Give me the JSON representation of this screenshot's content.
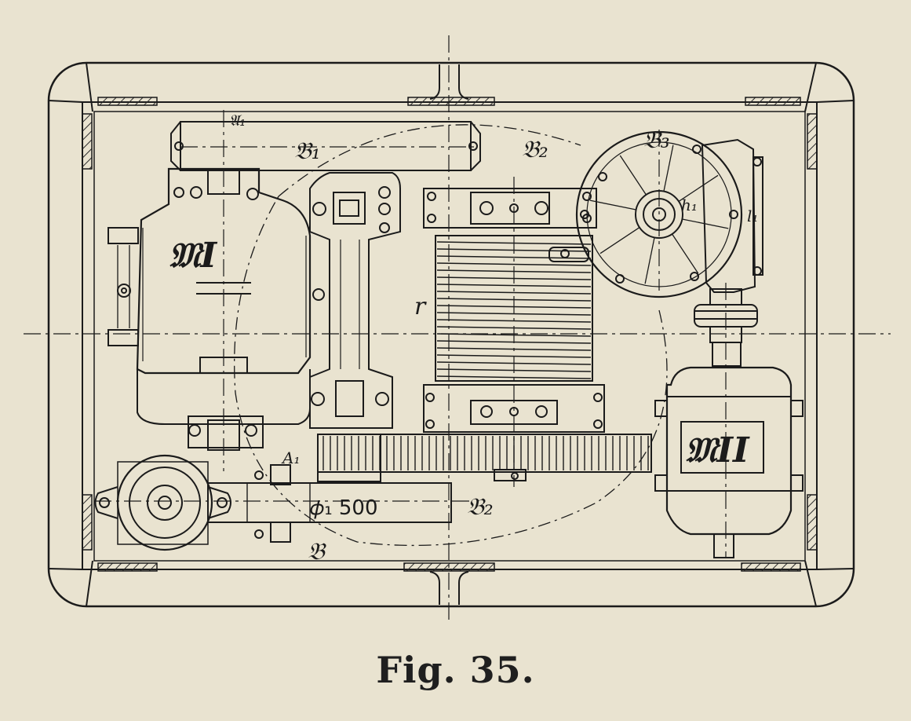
{
  "figure": {
    "caption": "Fig. 35.",
    "labels": {
      "motor_main": "𝔐I",
      "motor_aux": "𝔐II",
      "shaft_top": "𝔄₁",
      "shaft_upper": "𝔅₁",
      "shaft_upper_right": "𝔅₂",
      "shaft_right": "𝔅₃",
      "shaft_lower": "𝔅₂",
      "shaft_bottom": "𝔅",
      "drum_r": "r",
      "drum_l": "l₁",
      "key_A": "A₁",
      "hub_h": "h₁",
      "diameter": "𝜙₁ 500"
    }
  },
  "colors": {
    "paper": "#e9e3d0",
    "ink": "#1b1b1b",
    "hatch": "#2a2a2a"
  }
}
